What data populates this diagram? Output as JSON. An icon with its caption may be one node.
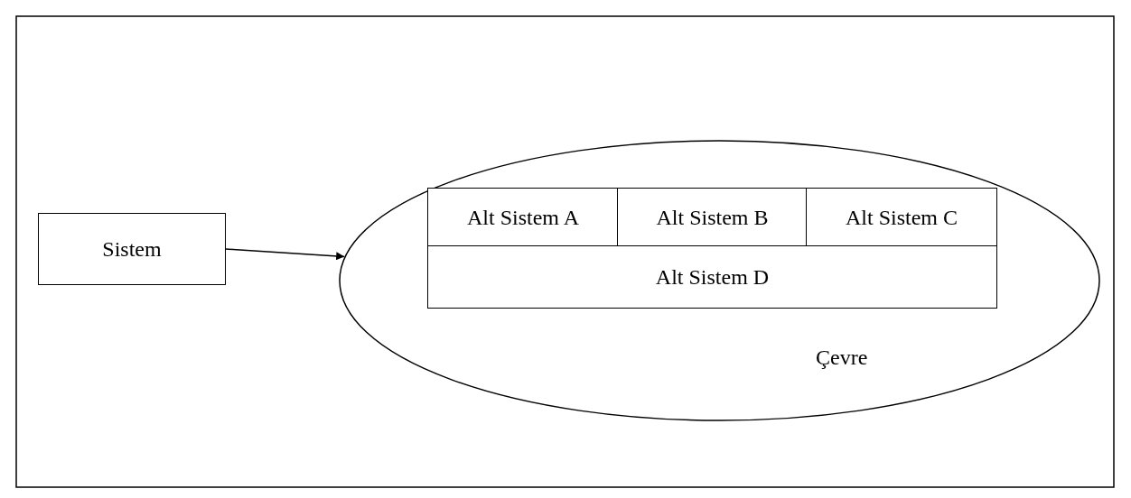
{
  "diagram": {
    "nodes": [
      {
        "text": [
          "Sistem"
        ]
      },
      {
        "text": [
          "Çevre"
        ]
      },
      {
        "text": [
          "Alt Sistem A"
        ],
        "in": 1
      },
      {
        "text": [
          "Alt Sistem B"
        ],
        "in": 1
      },
      {
        "text": [
          "Alt Sistem C"
        ],
        "in": 1
      },
      {
        "text": [
          "Alt Sistem D"
        ],
        "in": 1
      }
    ],
    "edges": [
      {
        "from": 0,
        "to": 1,
        "arrow": "to"
      }
    ]
  }
}
